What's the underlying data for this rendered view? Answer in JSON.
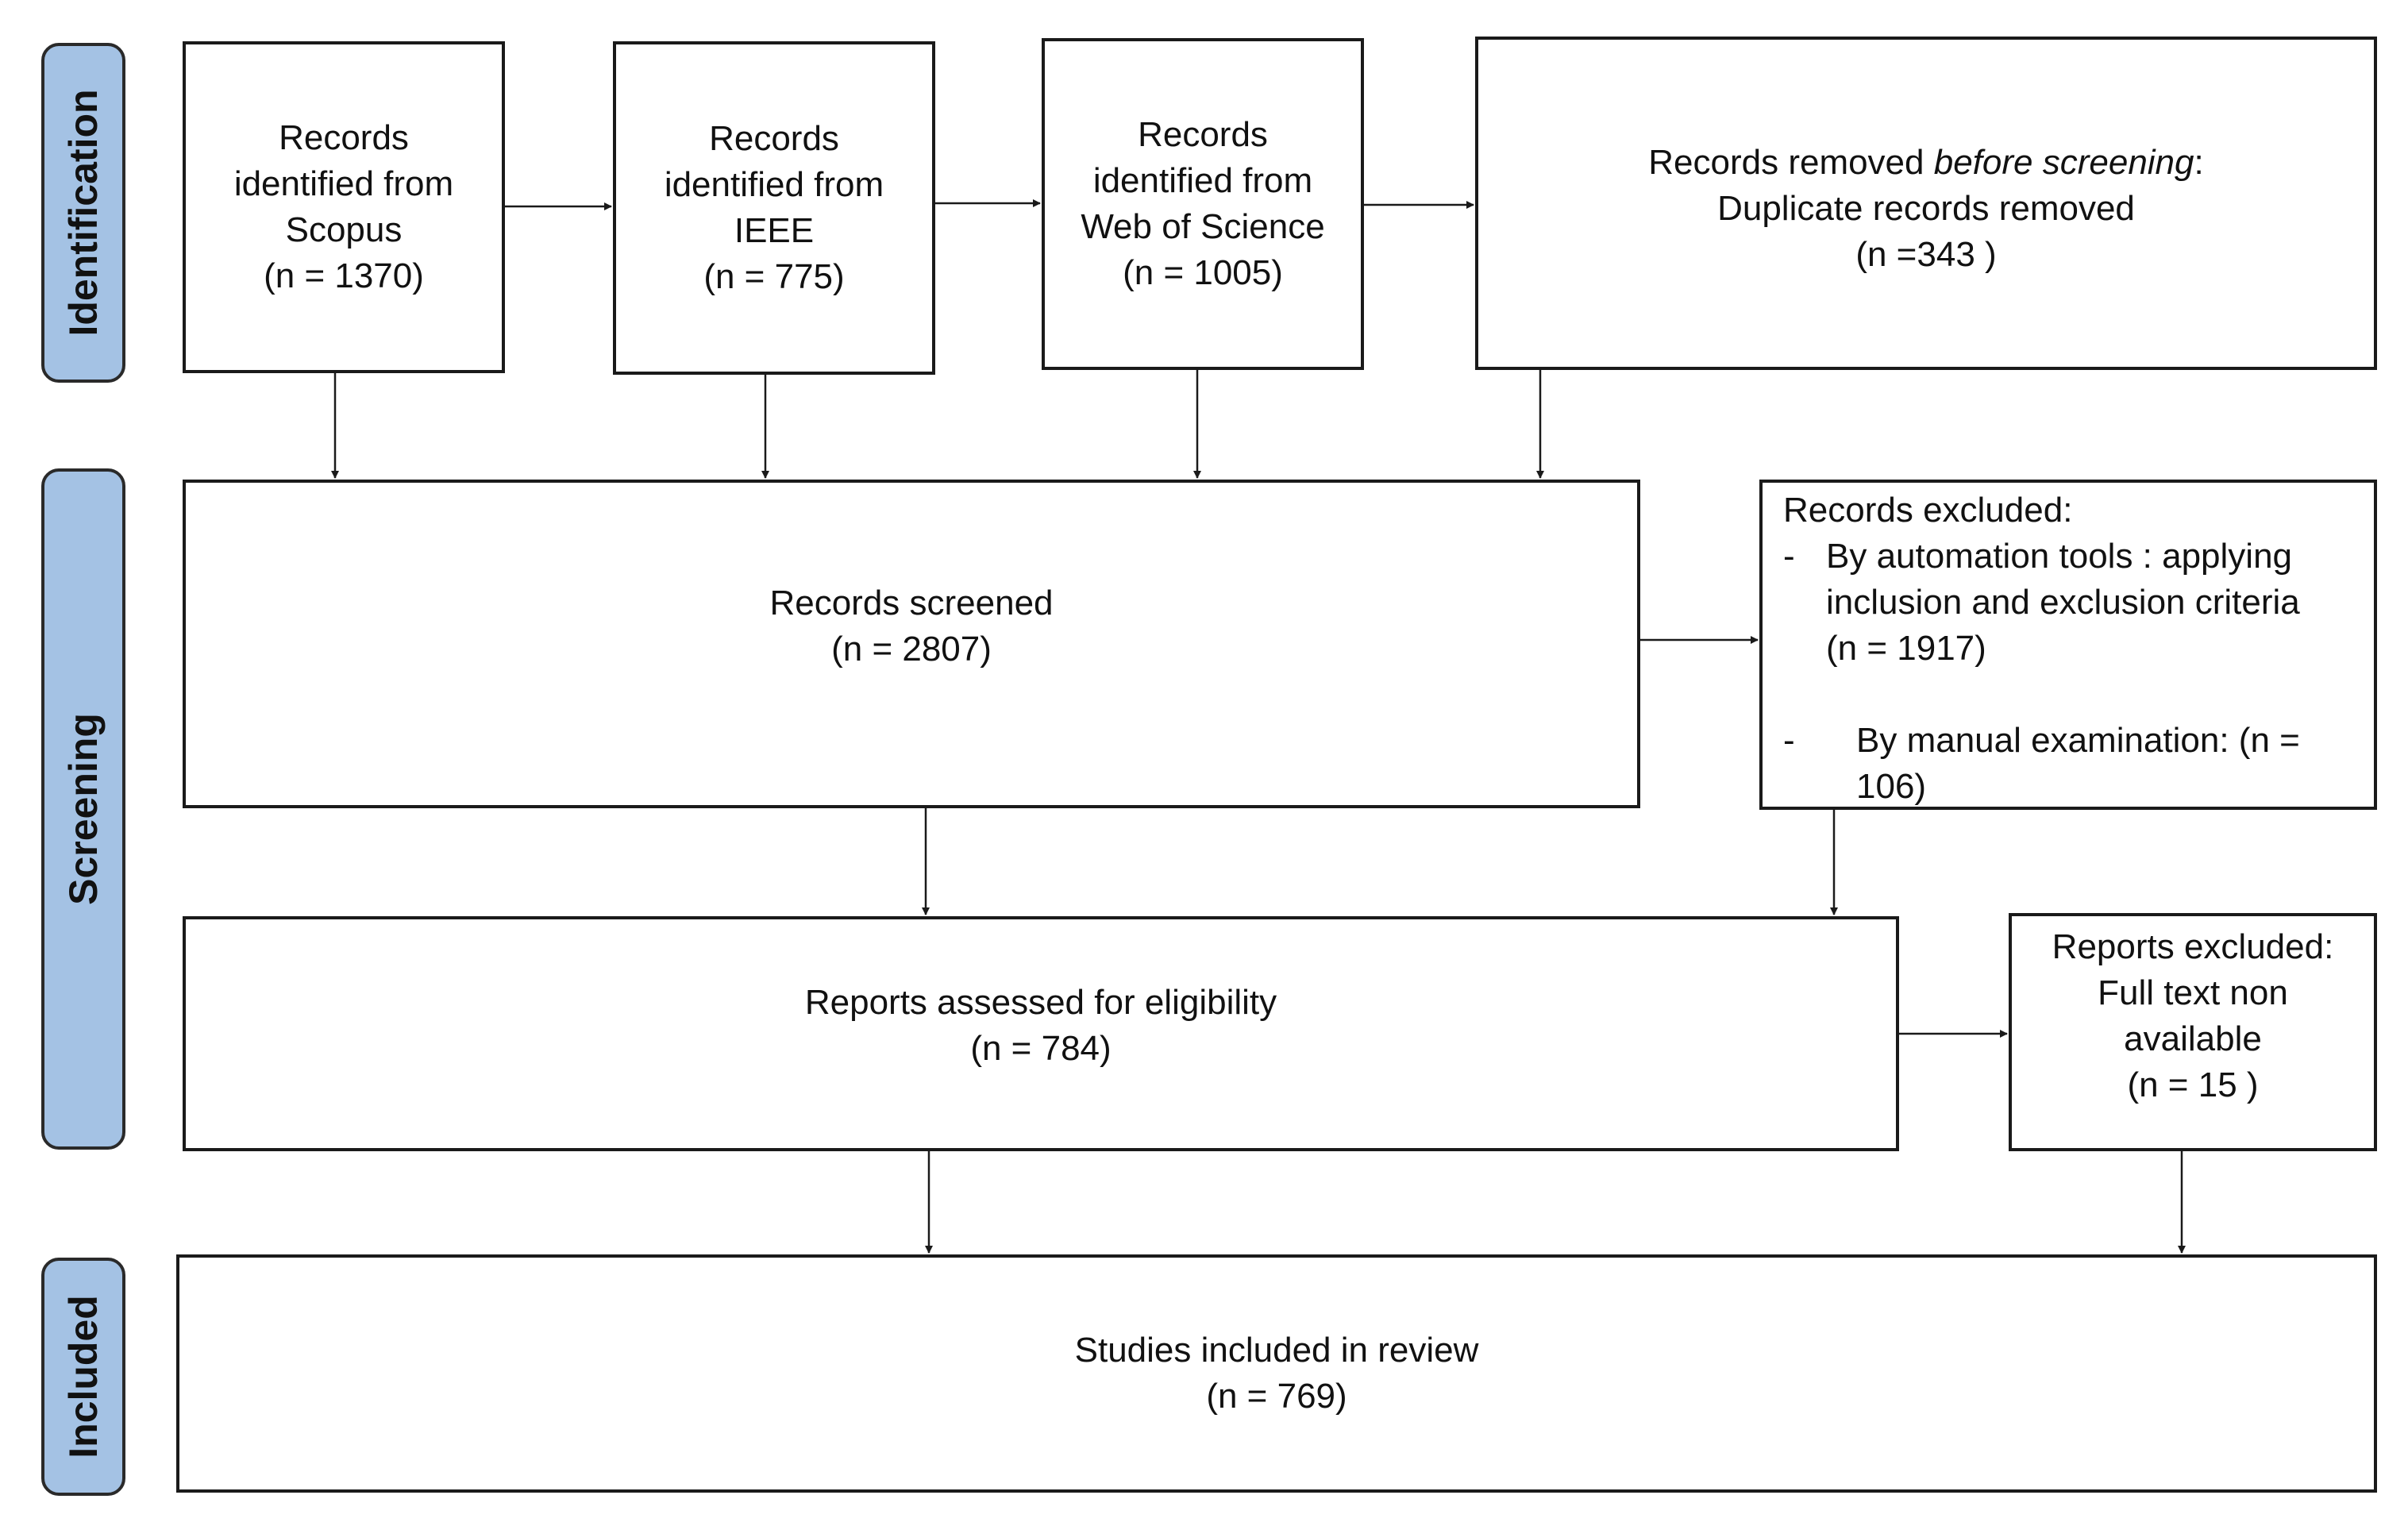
{
  "phases": [
    {
      "id": "identification",
      "label": "Identification"
    },
    {
      "id": "screening",
      "label": "Screening"
    },
    {
      "id": "included",
      "label": "Included"
    }
  ],
  "sources": [
    {
      "id": "scopus",
      "lines": [
        "Records",
        "identified from",
        "Scopus",
        "(n = 1370)"
      ]
    },
    {
      "id": "ieee",
      "lines": [
        "Records",
        "identified from",
        "IEEE",
        "(n = 775)"
      ]
    },
    {
      "id": "wos",
      "lines": [
        "Records",
        "identified from",
        "Web of Science",
        "(n = 1005)"
      ]
    }
  ],
  "removed": {
    "prefix": "Records removed ",
    "emphasis": "before screening",
    "suffix": ":",
    "line2": "Duplicate records removed",
    "count": "(n =343 )"
  },
  "screened": {
    "label": "Records screened",
    "count": "(n = 2807)"
  },
  "records_excluded": {
    "title": "Records excluded:",
    "dash": "-",
    "items": [
      {
        "lines": [
          "By automation tools : applying",
          "inclusion and exclusion criteria",
          "(n = 1917)"
        ]
      },
      {
        "lines": [
          "By manual examination: (n =",
          "106)"
        ]
      }
    ]
  },
  "eligibility": {
    "label": "Reports assessed for eligibility",
    "count": "(n = 784)"
  },
  "reports_excluded": {
    "lines": [
      "Reports excluded:",
      "Full text non",
      "available",
      "(n = 15 )"
    ]
  },
  "included": {
    "label": "Studies included in review",
    "count": "(n = 769)"
  },
  "colors": {
    "phase_fill": "#a4c2e4",
    "line": "#1a1a1a"
  }
}
